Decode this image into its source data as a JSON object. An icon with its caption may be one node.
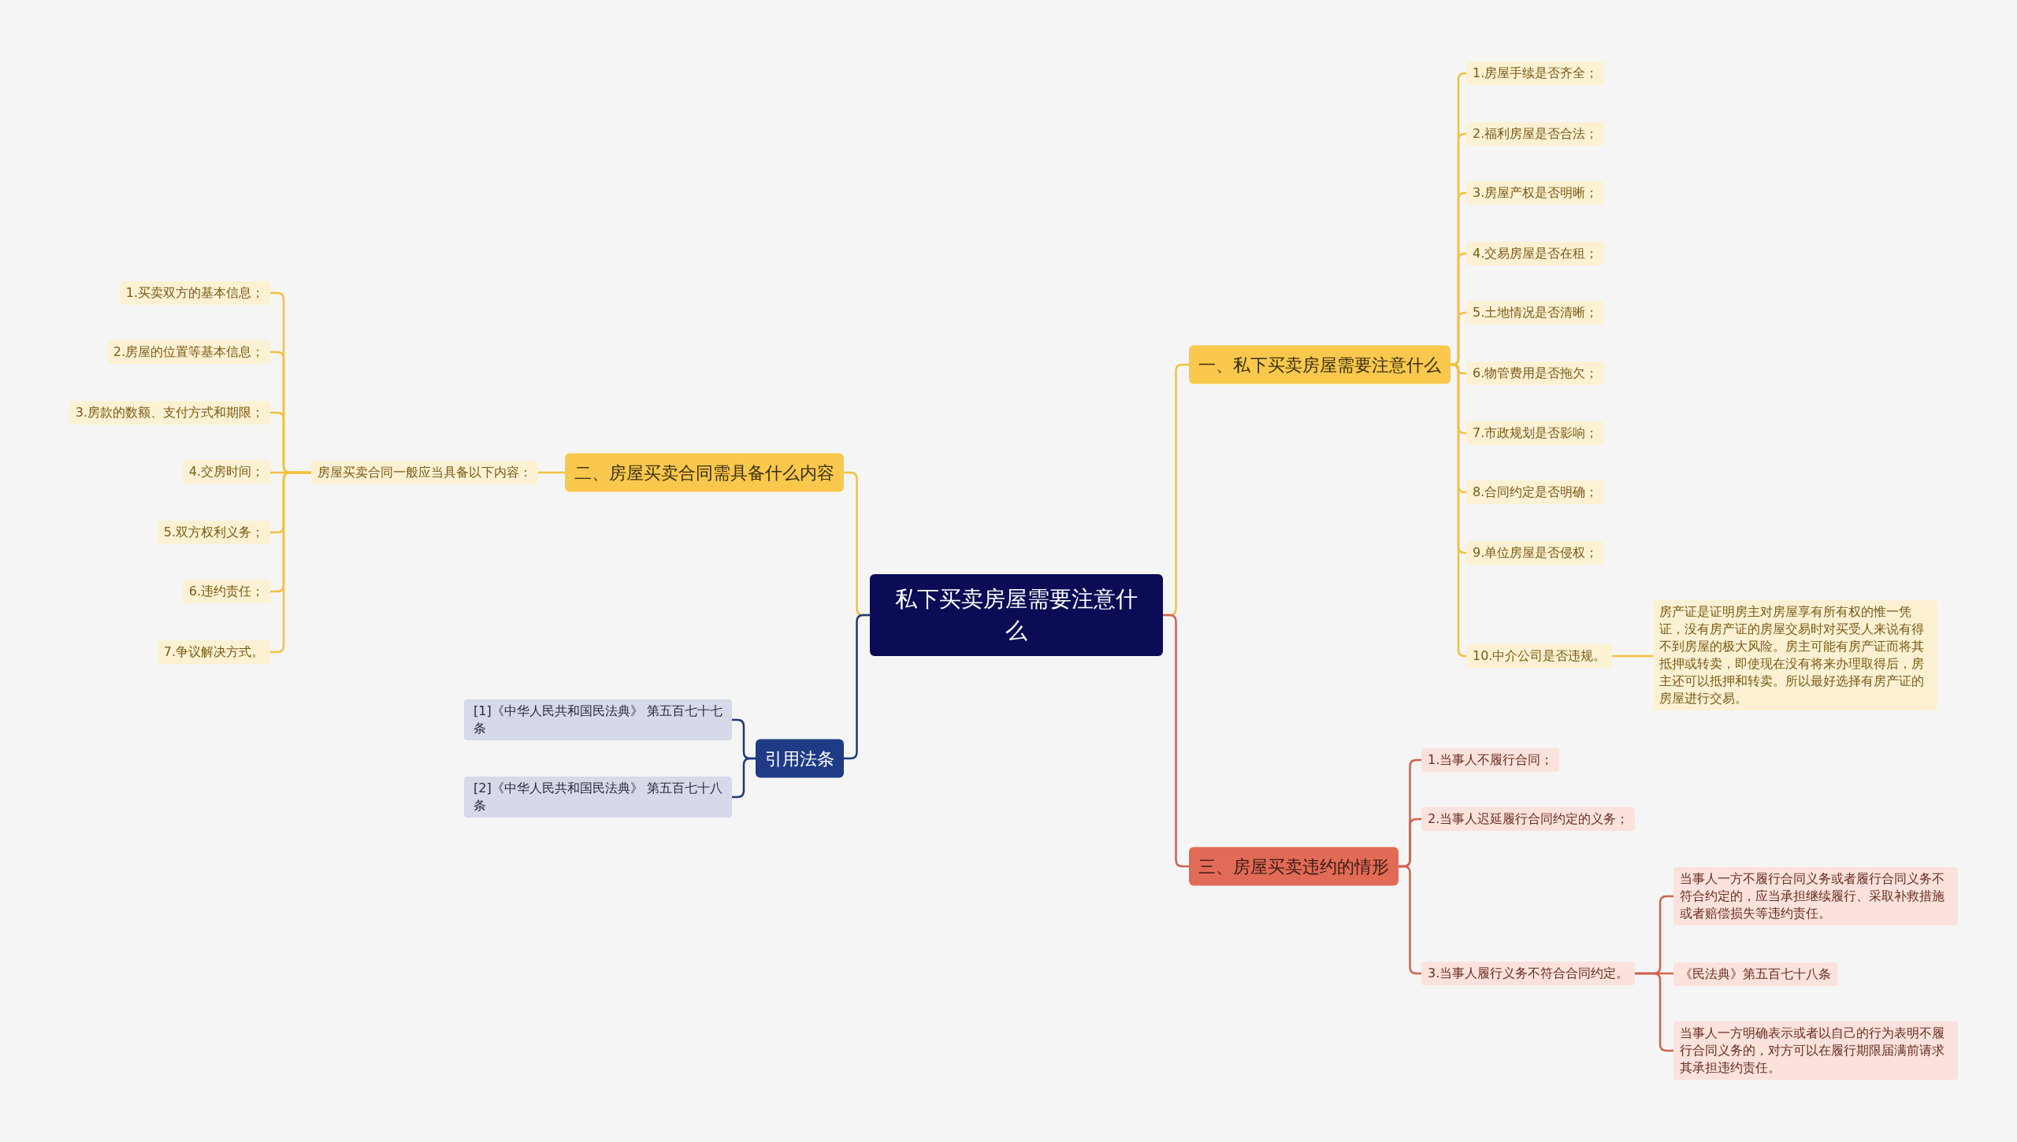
{
  "diagram": {
    "nodes": [
      {
        "text": [
          "私下买卖房屋需要注意什么"
        ]
      },
      {
        "text": [
          "一、私下买卖房屋需要注意什么"
        ]
      },
      {
        "text": [
          "1.房屋手续是否齐全；"
        ]
      },
      {
        "text": [
          "2.福利房屋是否合法；"
        ]
      },
      {
        "text": [
          "3.房屋产权是否明晰；"
        ]
      },
      {
        "text": [
          "4.交易房屋是否在租；"
        ]
      },
      {
        "text": [
          "5.土地情况是否清晰；"
        ]
      },
      {
        "text": [
          "6.物管费用是否拖欠；"
        ]
      },
      {
        "text": [
          "7.市政规划是否影响；"
        ]
      },
      {
        "text": [
          "8.合同约定是否明确；"
        ]
      },
      {
        "text": [
          "9.单位房屋是否侵权；"
        ]
      },
      {
        "text": [
          "10.中介公司是否违规。"
        ]
      },
      {
        "text": [
          "房产证是证明房主对房屋享有所有权的惟一凭证，没有房产证的房屋交易时对买受人来说有得不到房屋的极大风险。房主可能有房产证而将其抵押或转卖，即使现在没有将来办理取得后，房主还可以抵押和转卖。所以最好选择有房产证的房屋进行交易。"
        ]
      },
      {
        "text": [
          "二、房屋买卖合同需具备什么内容"
        ]
      },
      {
        "text": [
          "房屋买卖合同一般应当具备以下内容："
        ]
      },
      {
        "text": [
          "1.买卖双方的基本信息；"
        ]
      },
      {
        "text": [
          "2.房屋的位置等基本信息；"
        ]
      },
      {
        "text": [
          "3.房款的数额、支付方式和期限；"
        ]
      },
      {
        "text": [
          "4.交房时间；"
        ]
      },
      {
        "text": [
          "5.双方权利义务；"
        ]
      },
      {
        "text": [
          "6.违约责任；"
        ]
      },
      {
        "text": [
          "7.争议解决方式。"
        ]
      },
      {
        "text": [
          "引用法条"
        ]
      },
      {
        "text": [
          "[1]《中华人民共和国民法典》 第五百七十七条"
        ]
      },
      {
        "text": [
          "[2]《中华人民共和国民法典》 第五百七十八条"
        ]
      },
      {
        "text": [
          "三、房屋买卖违约的情形"
        ]
      },
      {
        "text": [
          "1.当事人不履行合同；"
        ]
      },
      {
        "text": [
          "2.当事人迟延履行合同约定的义务；"
        ]
      },
      {
        "text": [
          "3.当事人履行义务不符合合同约定。"
        ]
      },
      {
        "text": [
          "当事人一方不履行合同义务或者履行合同义务不符合约定的，应当承担继续履行、采取补救措施或者赔偿损失等违约责任。"
        ]
      },
      {
        "text": [
          "《民法典》第五百七十八条"
        ]
      },
      {
        "text": [
          "当事人一方明确表示或者以自己的行为表明不履行合同义务的，对方可以在履行期限届满前请求其承担违约责任。"
        ]
      }
    ],
    "edges": [
      {
        "from": 0,
        "to": 1,
        "arrow": "none"
      },
      {
        "from": 1,
        "to": 2,
        "arrow": "none"
      },
      {
        "from": 1,
        "to": 3,
        "arrow": "none"
      },
      {
        "from": 1,
        "to": 4,
        "arrow": "none"
      },
      {
        "from": 1,
        "to": 5,
        "arrow": "none"
      },
      {
        "from": 1,
        "to": 6,
        "arrow": "none"
      },
      {
        "from": 1,
        "to": 7,
        "arrow": "none"
      },
      {
        "from": 1,
        "to": 8,
        "arrow": "none"
      },
      {
        "from": 1,
        "to": 9,
        "arrow": "none"
      },
      {
        "from": 1,
        "to": 10,
        "arrow": "none"
      },
      {
        "from": 1,
        "to": 11,
        "arrow": "none"
      },
      {
        "from": 11,
        "to": 12,
        "arrow": "none"
      },
      {
        "from": 0,
        "to": 13,
        "arrow": "none"
      },
      {
        "from": 13,
        "to": 14,
        "arrow": "none"
      },
      {
        "from": 14,
        "to": 15,
        "arrow": "none"
      },
      {
        "from": 14,
        "to": 16,
        "arrow": "none"
      },
      {
        "from": 14,
        "to": 17,
        "arrow": "none"
      },
      {
        "from": 14,
        "to": 18,
        "arrow": "none"
      },
      {
        "from": 14,
        "to": 19,
        "arrow": "none"
      },
      {
        "from": 14,
        "to": 20,
        "arrow": "none"
      },
      {
        "from": 14,
        "to": 21,
        "arrow": "none"
      },
      {
        "from": 0,
        "to": 22,
        "arrow": "none",
        "color": "#1f3a7a"
      },
      {
        "from": 22,
        "to": 23,
        "arrow": "none",
        "color": "#1f3a7a"
      },
      {
        "from": 22,
        "to": 24,
        "arrow": "none",
        "color": "#1f3a7a"
      },
      {
        "from": 0,
        "to": 25,
        "arrow": "none",
        "color": "#d0634e"
      },
      {
        "from": 25,
        "to": 26,
        "arrow": "none",
        "color": "#d0634e"
      },
      {
        "from": 25,
        "to": 27,
        "arrow": "none",
        "color": "#d0634e"
      },
      {
        "from": 25,
        "to": 28,
        "arrow": "none",
        "color": "#d0634e"
      },
      {
        "from": 28,
        "to": 29,
        "arrow": "none",
        "color": "#d0634e"
      },
      {
        "from": 28,
        "to": 30,
        "arrow": "none",
        "color": "#d0634e"
      },
      {
        "from": 28,
        "to": 31,
        "arrow": "none",
        "color": "#d0634e"
      }
    ]
  }
}
